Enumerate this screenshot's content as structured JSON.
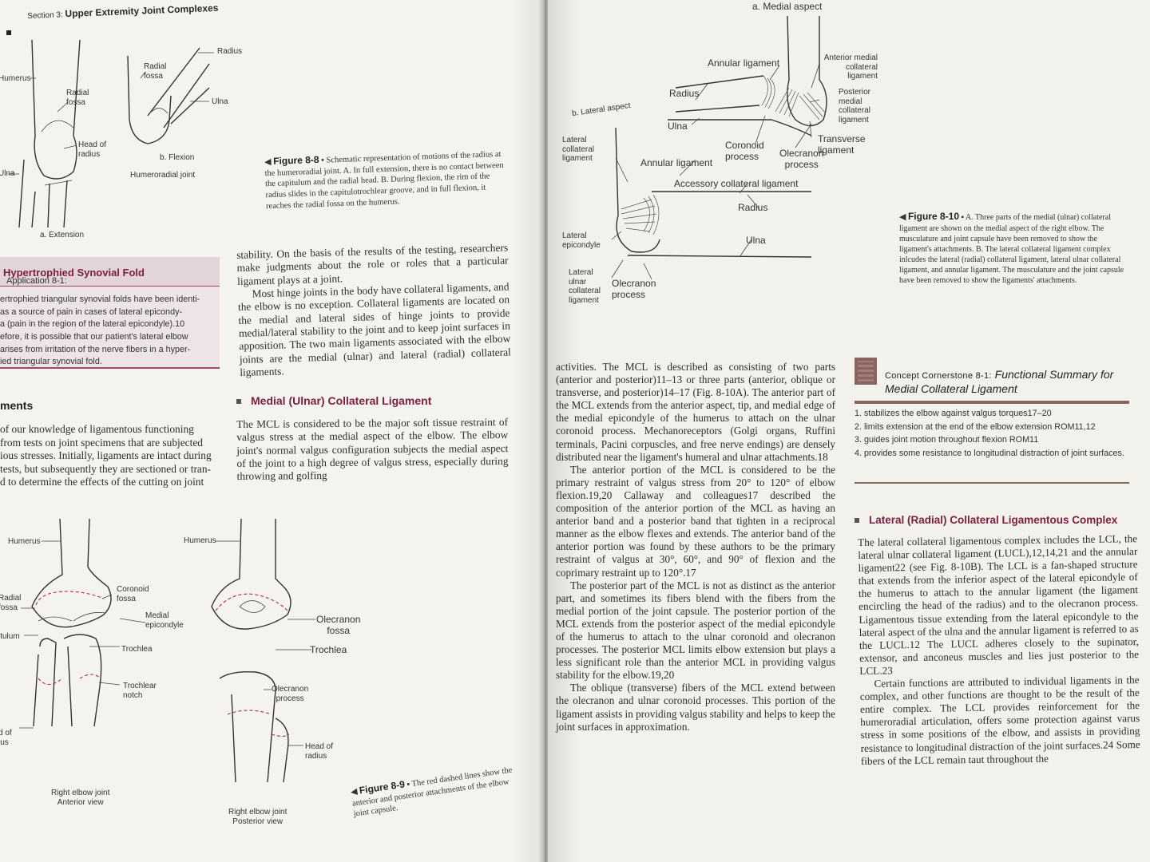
{
  "left_page": {
    "header": {
      "section": "Section 3:",
      "title": "Upper Extremity Joint Complexes"
    },
    "fig8_8": {
      "labels": {
        "humerus": "Humerus",
        "radial_fossa_a": "Radial\nfossa",
        "head_of_radius": "Head of\nradius",
        "ulna_a": "Ulna",
        "extension": "a. Extension",
        "radial_fossa_b": "Radial\nfossa",
        "radius": "Radius",
        "ulna_b": "Ulna",
        "flexion": "b. Flexion",
        "humeroradial_joint": "Humeroradial joint"
      },
      "caption_label": "Figure 8-8",
      "caption_text": "Schematic representation of motions of the radius at the humeroradial joint. A. In full extension, there is no contact between the capitulum and the radial head. B. During flexion, the rim of the radius slides in the capitulotrochlear groove, and in full flexion, it reaches the radial fossa on the humerus."
    },
    "application": {
      "label": "Application 8-1:",
      "title": "Hypertrophied Synovial Fold",
      "lines": [
        "ertrophied triangular synovial folds have been identi-",
        "as a source of pain in cases of lateral epicondy-",
        "a (pain in the region of the lateral epicondyle).10",
        "efore, it is possible that our patient's lateral elbow",
        " arises from irritation of the nerve fibers in a hyper-",
        "ied triangular synovial fold."
      ]
    },
    "col2_top": [
      "stability. On the basis of the results of the testing, researchers make judgments about the role or roles that a particular ligament plays at a joint.",
      "Most hinge joints in the body have collateral ligaments, and the elbow is no exception. Collateral ligaments are located on the medial and lateral sides of hinge joints to provide medial/lateral stability to the joint and to keep joint surfaces in apposition. The two main ligaments associated with the elbow joints are the medial (ulnar) and lateral (radial) collateral ligaments."
    ],
    "mcl_heading": "Medial (Ulnar) Collateral Ligament",
    "mcl_para": "The MCL is considered to be the major soft tissue restraint of valgus stress at the medial aspect of the elbow. The elbow joint's normal valgus configuration subjects the medial aspect of the joint to a high degree of valgus stress, especially during throwing and golfing",
    "ments_heading": "ments",
    "col1_para": [
      " of our knowledge of ligamentous functioning",
      " from tests on joint specimens that are subjected",
      "ious stresses. Initially, ligaments are intact during",
      " tests, but subsequently they are sectioned or tran-",
      "d to determine the effects of the cutting on joint"
    ],
    "fig8_9": {
      "labels": {
        "humerus_a": "Humerus",
        "radial_fossa": "Radial\nfossa",
        "coronoid_fossa": "Coronoid\nfossa",
        "medial_epicondyle": "Medial\nepicondyle",
        "capitulum": "itulum",
        "trochlea_a": "Trochlea",
        "trochlear_notch": "Trochlear\nnotch",
        "head_partial": "d of\nius",
        "anterior_view": "Right elbow joint\nAnterior view",
        "humerus_b": "Humerus",
        "olecranon_fossa": "Olecranon\nfossa",
        "trochlea_b": "Trochlea",
        "olecranon_process": "Olecranon\nprocess",
        "head_of_radius": "Head of\nradius",
        "posterior_view": "Right elbow joint\nPosterior view"
      },
      "caption_label": "Figure 8-9",
      "caption_text": "The red dashed lines show the anterior and posterior attachments of the elbow joint capsule."
    }
  },
  "right_page": {
    "fig8_10": {
      "labels": {
        "medial_aspect": "a. Medial aspect",
        "annular_ligament_a": "Annular ligament",
        "anterior_mcl": "Anterior medial\ncollateral\nligament",
        "posterior_mcl": "Posterior\nmedial\ncollateral\nligament",
        "radius_a": "Radius",
        "ulna_a": "Ulna",
        "transverse_ligament": "Transverse\nligament",
        "coronoid_process": "Coronoid\nprocess",
        "olecranon_process_a": "Olecranon\nprocess",
        "lateral_aspect": "b. Lateral aspect",
        "lateral_collateral_ligament": "Lateral\ncollateral\nligament",
        "annular_ligament_b": "Annular ligament",
        "accessory_collateral_ligament": "Accessory collateral ligament",
        "radius_b": "Radius",
        "ulna_b": "Ulna",
        "lateral_epicondyle": "Lateral\nepicondyle",
        "lateral_ulnar_collateral_ligament": "Lateral\nulnar\ncollateral\nligament",
        "olecranon_process_b": "Olecranon\nprocess"
      },
      "caption_label": "Figure 8-10",
      "caption_text": "A. Three parts of the medial (ulnar) collateral ligament are shown on the medial aspect of the right elbow. The musculature and joint capsule have been removed to show the ligament's attachments. B. The lateral collateral ligament complex inlcudes the lateral (radial) collateral ligament, lateral ulnar collateral ligament, and annular ligament. The musculature and the joint capsule have been removed to show the ligaments' attachments."
    },
    "col1": [
      "activities. The MCL is described as consisting of two parts (anterior and posterior)11–13 or three parts (anterior, oblique or transverse, and posterior)14–17 (Fig. 8-10A). The anterior part of the MCL extends from the anterior aspect, tip, and medial edge of the medial epicondyle of the humerus to attach on the ulnar coronoid process. Mechanoreceptors (Golgi organs, Ruffini terminals, Pacini corpuscles, and free nerve endings) are densely distributed near the ligament's humeral and ulnar attachments.18",
      "The anterior portion of the MCL is considered to be the primary restraint of valgus stress from 20° to 120° of elbow flexion.19,20 Callaway and colleagues17 described the composition of the anterior portion of the MCL as having an anterior band and a posterior band that tighten in a reciprocal manner as the elbow flexes and extends. The anterior band of the anterior portion was found by these authors to be the primary restraint of valgus at 30°, 60°, and 90° of flexion and the coprimary restraint up to 120°.17",
      "The posterior part of the MCL is not as distinct as the anterior part, and sometimes its fibers blend with the fibers from the medial portion of the joint capsule. The posterior portion of the MCL extends from the posterior aspect of the medial epicondyle of the humerus to attach to the ulnar coronoid and olecranon processes. The posterior MCL limits elbow extension but plays a less significant role than the anterior MCL in providing valgus stability for the elbow.19,20",
      "The oblique (transverse) fibers of the MCL extend between the olecranon and ulnar coronoid processes. This portion of the ligament assists in providing valgus stability and helps to keep the joint surfaces in approximation."
    ],
    "concept": {
      "lead": "Concept Cornerstone 8-1:",
      "title": "Functional Summary for Medial Collateral Ligament",
      "items": [
        "1.  stabilizes the elbow against valgus torques17–20",
        "2.  limits extension at the end of the elbow extension ROM11,12",
        "3.  guides joint motion throughout flexion ROM11",
        "4.  provides some resistance to longitudinal distraction of joint surfaces."
      ]
    },
    "lcl_heading": "Lateral (Radial) Collateral Ligamentous Complex",
    "col2": [
      "The lateral collateral ligamentous complex includes the LCL, the lateral ulnar collateral ligament (LUCL),12,14,21 and the annular ligament22 (see Fig. 8-10B). The LCL is a fan-shaped structure that extends from the inferior aspect of the lateral epicondyle of the humerus to attach to the annular ligament (the ligament encircling the head of the radius) and to the olecranon process. Ligamentous tissue extending from the lateral epicondyle to the lateral aspect of the ulna and the annular ligament is referred to as the LUCL.12 The LUCL adheres closely to the supinator, extensor, and anconeus muscles and lies just posterior to the LCL.23",
      "Certain functions are attributed to individual ligaments in the complex, and other functions are thought to be the result of the entire complex. The LCL provides reinforcement for the humeroradial articulation, offers some protection against varus stress in some positions of the elbow, and assists in providing resistance to longitudinal distraction of the joint surfaces.24 Some fibers of the LCL remain taut throughout the"
    ]
  }
}
